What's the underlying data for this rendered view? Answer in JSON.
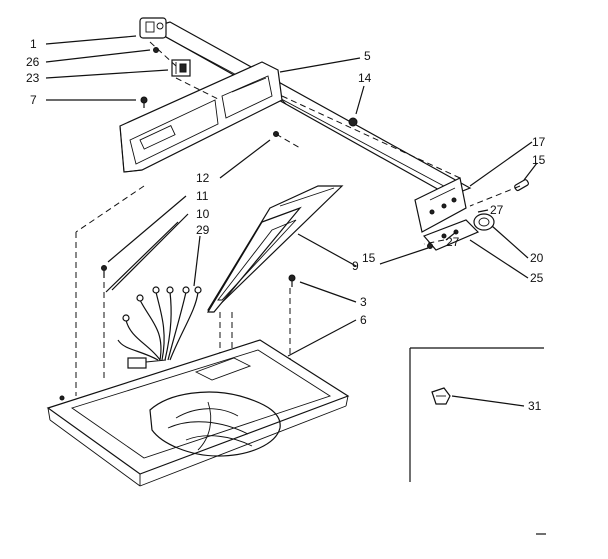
{
  "callouts": {
    "c1": "1",
    "c26": "26",
    "c23": "23",
    "c7": "7",
    "c5": "5",
    "c14": "14",
    "c17": "17",
    "c15a": "15",
    "c12": "12",
    "c11": "11",
    "c10": "10",
    "c29": "29",
    "c27a": "27",
    "c27b": "27",
    "c20": "20",
    "c25": "25",
    "c15b": "15",
    "c9": "9",
    "c3": "3",
    "c6": "6",
    "c31": "31"
  }
}
